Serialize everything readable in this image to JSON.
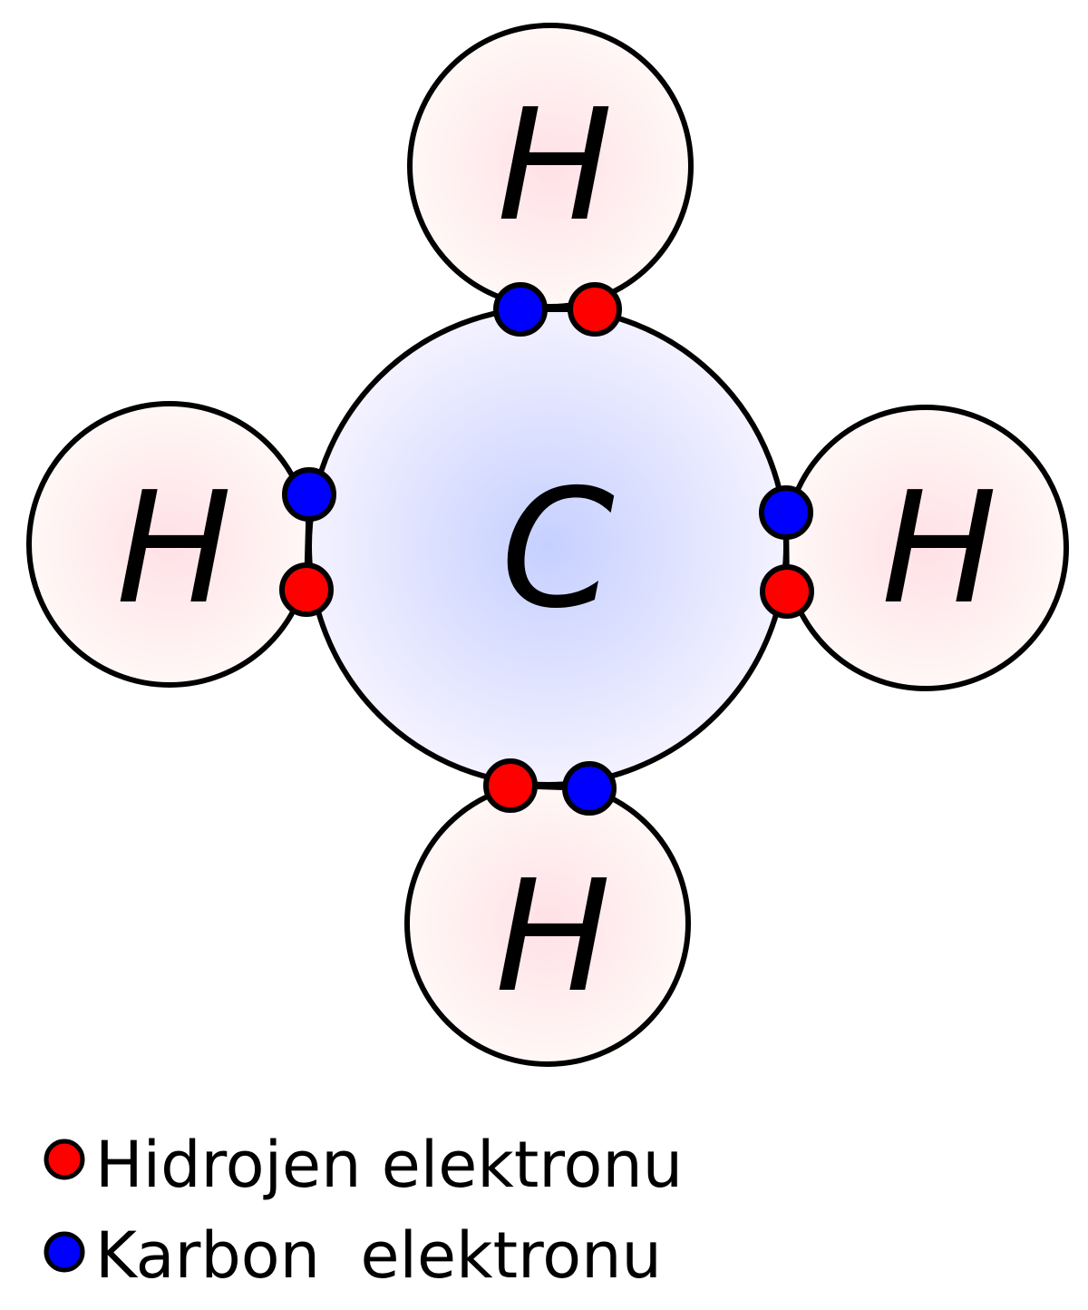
{
  "diagram": {
    "atoms": {
      "carbon": {
        "label": "C"
      },
      "hydrogen_top": {
        "label": "H"
      },
      "hydrogen_left": {
        "label": "H"
      },
      "hydrogen_right": {
        "label": "H"
      },
      "hydrogen_bottom": {
        "label": "H"
      }
    },
    "legend": {
      "hydrogen_electron": "Hidrojen elektronu",
      "carbon_electron": "Karbon  elektronu"
    },
    "colors": {
      "hydrogen_electron": "#ff0000",
      "carbon_electron": "#0000ff",
      "carbon_fill_center": "#c6d0ff",
      "carbon_fill_edge": "#f4f2ff",
      "hydrogen_fill_center": "#ffe0e6",
      "hydrogen_fill_edge": "#fff8f6",
      "outline": "#000000"
    }
  }
}
